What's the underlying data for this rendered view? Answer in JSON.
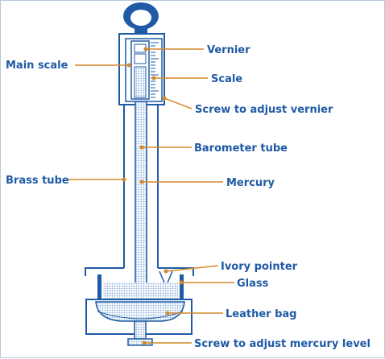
{
  "diagram": {
    "labels": {
      "vernier": "Vernier",
      "main_scale": "Main scale",
      "scale": "Scale",
      "screw_vernier": "Screw to adjust vernier",
      "barometer_tube": "Barometer tube",
      "brass_tube": "Brass tube",
      "mercury": "Mercury",
      "ivory_pointer": "Ivory pointer",
      "glass": "Glass",
      "leather_bag": "Leather bag",
      "screw_mercury": "Screw to adjust mercury level"
    },
    "colors": {
      "outline": "#1f5aa6",
      "leader": "#d4892a",
      "mercury_fill": "#8fb3dd",
      "ring_fill": "#1f5aa6"
    }
  }
}
